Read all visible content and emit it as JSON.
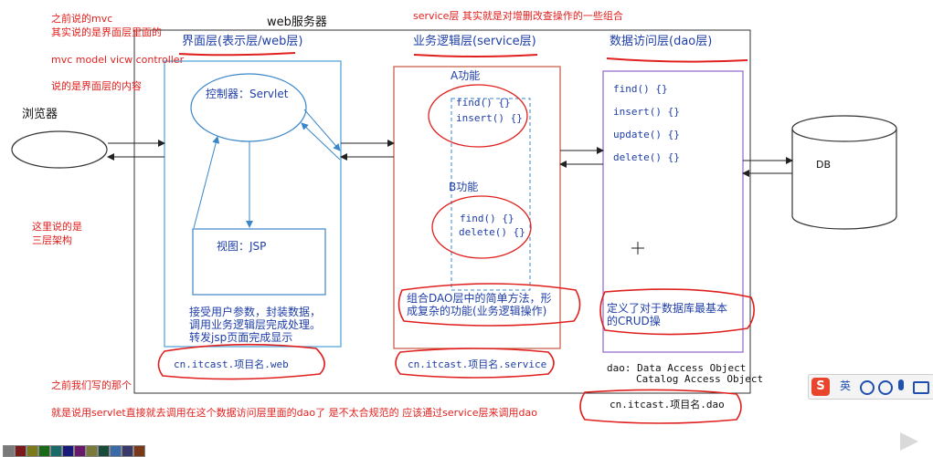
{
  "notes": {
    "mvc1": "之前说的mvc",
    "mvc2": "其实说的是界面层里面的",
    "mvc3": "mvc  model vicw controller",
    "mvc4": "说的是界面层的内容",
    "three1": "这里说的是",
    "three2": "三层架构",
    "before": "之前我们写的那个",
    "bottom": "就是说用servlet直接就去调用在这个数据访问层里面的dao了  是不太合规范的 应该通过service层来调用dao",
    "service_top": "service层 其实就是对增删改查操作的一些组合"
  },
  "browser": {
    "label": "浏览器"
  },
  "server": {
    "title": "web服务器"
  },
  "web_layer": {
    "title": "界面层(表示层/web层)",
    "controller": "控制器：Servlet",
    "view": "视图：JSP",
    "desc1": "接受用户参数，封装数据，",
    "desc2": "调用业务逻辑层完成处理。",
    "desc3": "转发jsp页面完成显示",
    "package": "cn.itcast.项目名.web"
  },
  "service_layer": {
    "title": "业务逻辑层(service层)",
    "func_a": "A功能",
    "func_a_m1": "find() {}",
    "func_a_m2": "insert() {}",
    "func_b": "B功能",
    "func_b_m1": "find() {}",
    "func_b_m2": "delete() {}",
    "desc1": "组合DAO层中的简单方法，形",
    "desc2": "成复杂的功能(业务逻辑操作)",
    "package": "cn.itcast.项目名.service"
  },
  "dao_layer": {
    "title": "数据访问层(dao层)",
    "m1": "find() {}",
    "m2": "insert() {}",
    "m3": "update() {}",
    "m4": "delete() {}",
    "desc1": "定义了对于数据库最基本",
    "desc2": "的CRUD操",
    "abbr1": "dao: Data Access Object",
    "abbr2": "Catalog Access Object",
    "package": "cn.itcast.项目名.dao"
  },
  "db": {
    "label": "DB"
  },
  "ime": {
    "mode": "英"
  },
  "colors": {
    "red_ink": "#e0201e",
    "layer_box_blue": "#58a8d8",
    "service_box": "#c9634d",
    "dao_box": "#9b6fd0"
  }
}
